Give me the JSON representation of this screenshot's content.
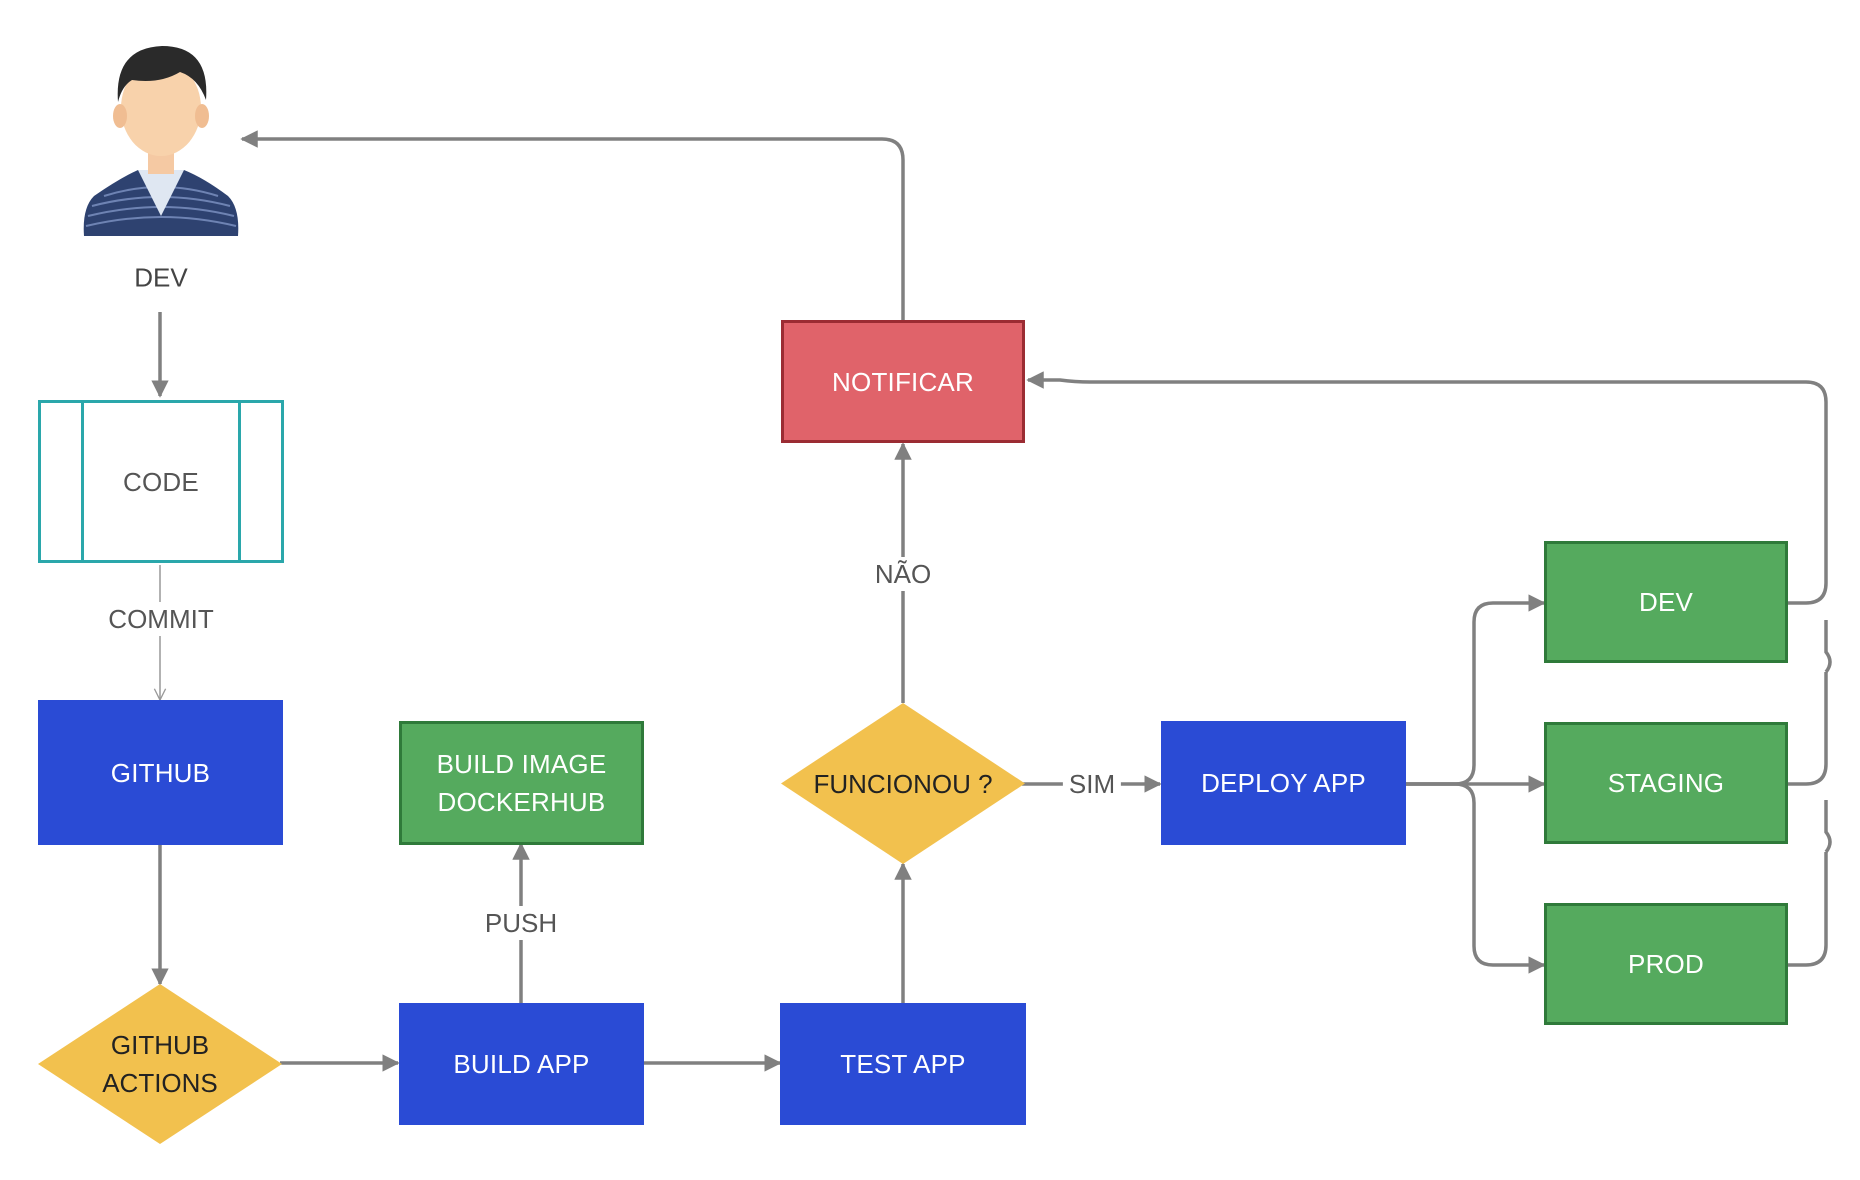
{
  "nodes": {
    "dev_label": "DEV",
    "code": "CODE",
    "github": "GITHUB",
    "github_actions": "GITHUB\nACTIONS",
    "build_app": "BUILD APP",
    "build_image": "BUILD IMAGE\nDOCKERHUB",
    "test_app": "TEST APP",
    "funcionou": "FUNCIONOU ?",
    "notificar": "NOTIFICAR",
    "deploy_app": "DEPLOY APP",
    "env_dev": "DEV",
    "env_staging": "STAGING",
    "env_prod": "PROD"
  },
  "edges": {
    "commit": "COMMIT",
    "push": "PUSH",
    "nao": "NÃO",
    "sim": "SIM"
  },
  "icons": {
    "developer": "developer-avatar-icon"
  },
  "colors": {
    "process_blue": "#2a4bd5",
    "environment_green": "#55aa5e",
    "notify_red": "#e0636a",
    "decision_yellow": "#f2c14e",
    "code_teal": "#2aa7ab",
    "connector_gray": "#808080"
  }
}
